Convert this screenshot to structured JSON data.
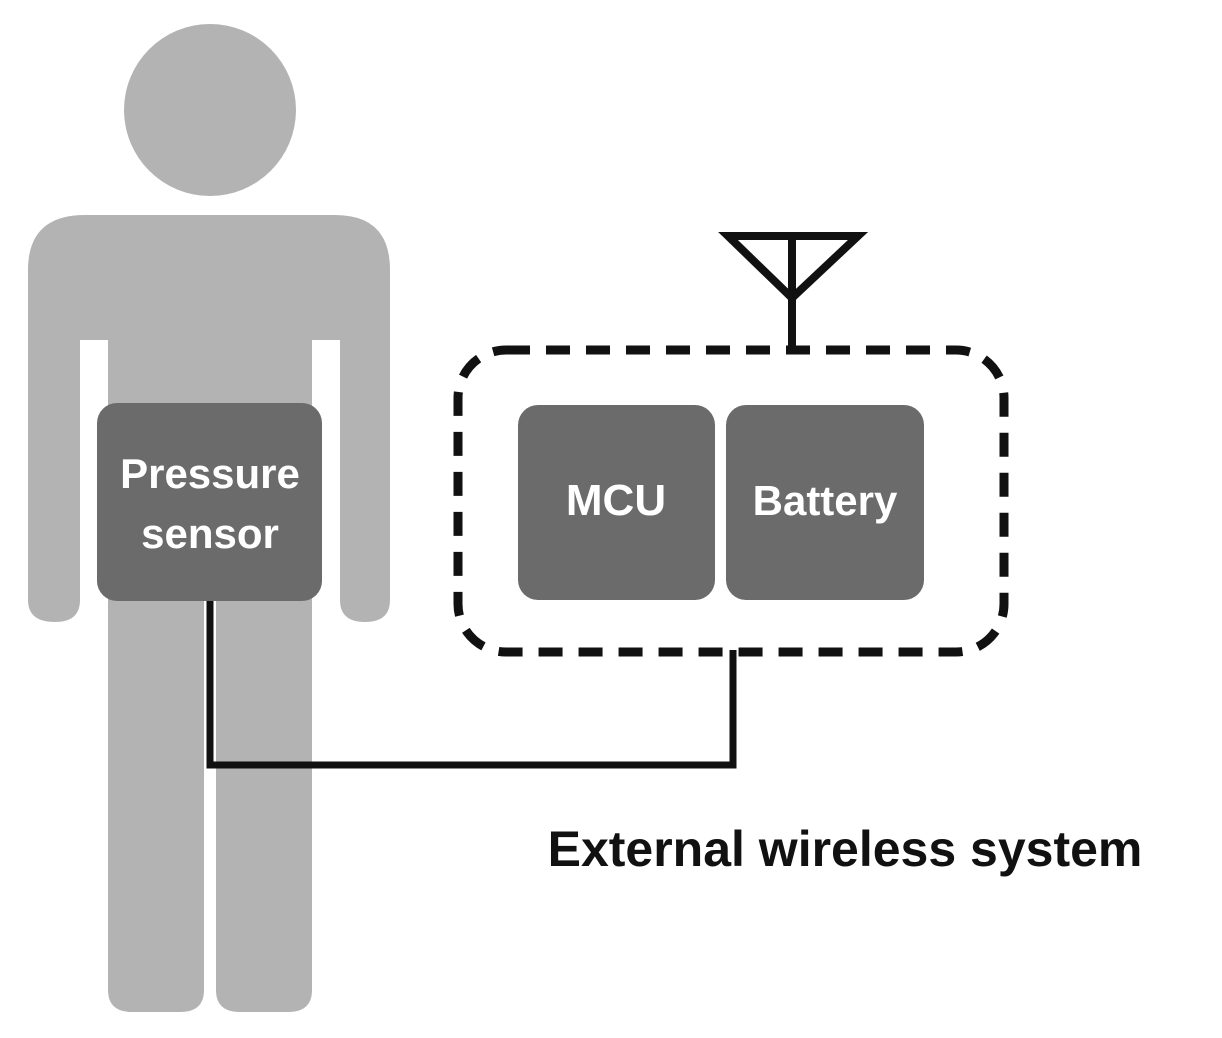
{
  "diagram": {
    "person": {
      "name": "human figure"
    },
    "pressure_sensor": {
      "line1": "Pressure",
      "line2": "sensor"
    },
    "mcu": {
      "label": "MCU"
    },
    "battery": {
      "label": "Battery"
    },
    "caption": "External wireless system"
  },
  "colors": {
    "figure": "#b3b3b3",
    "module_fill": "#6b6b6b",
    "module_text": "#ffffff",
    "line": "#111111",
    "caption": "#111111"
  },
  "icons": [
    "person-icon",
    "antenna-icon"
  ]
}
